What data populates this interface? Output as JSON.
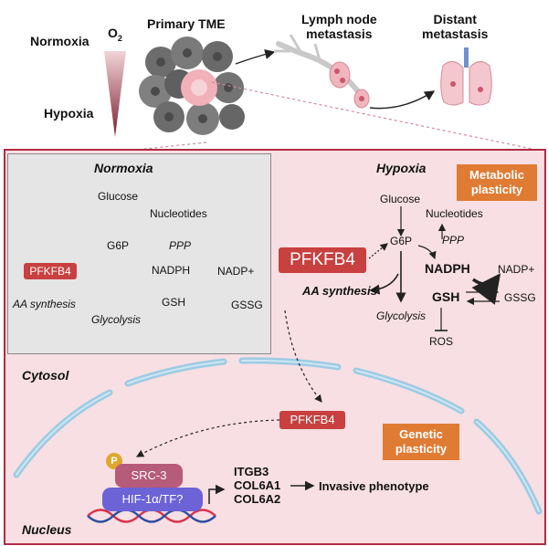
{
  "top": {
    "normoxia": "Normoxia",
    "o2": "O",
    "o2_sub": "2",
    "hypoxia": "Hypoxia",
    "primary_tme": "Primary TME",
    "lymph_line1": "Lymph node",
    "lymph_line2": "metastasis",
    "distant_line1": "Distant",
    "distant_line2": "metastasis"
  },
  "normoxia_panel": {
    "title": "Normoxia",
    "glucose": "Glucose",
    "nucleotides": "Nucleotides",
    "g6p": "G6P",
    "ppp": "PPP",
    "pfkfb4": "PFKFB4",
    "nadph": "NADPH",
    "nadp": "NADP+",
    "aa_synthesis": "AA synthesis",
    "gsh": "GSH",
    "gssg": "GSSG",
    "glycolysis": "Glycolysis"
  },
  "hypoxia_panel": {
    "title": "Hypoxia",
    "metabolic_line1": "Metabolic",
    "metabolic_line2": "plasticity",
    "glucose": "Glucose",
    "nucleotides": "Nucleotides",
    "g6p": "G6P",
    "ppp": "PPP",
    "pfkfb4": "PFKFB4",
    "nadph": "NADPH",
    "nadp": "NADP+",
    "aa_synthesis": "AA synthesis",
    "gsh": "GSH",
    "gssg": "GSSG",
    "glycolysis": "Glycolysis",
    "ros": "ROS"
  },
  "cell": {
    "cytosol": "Cytosol",
    "nucleus": "Nucleus",
    "pfkfb4": "PFKFB4",
    "genetic_line1": "Genetic",
    "genetic_line2": "plasticity",
    "p": "P",
    "src3": "SRC-3",
    "hif": "HIF-1α/TF?",
    "gene1": "ITGB3",
    "gene2": "COL6A1",
    "gene3": "COL6A2",
    "phenotype": "Invasive phenotype"
  },
  "colors": {
    "pink_bg": "#f8dfe3",
    "gray_bg": "#e5e5e5",
    "pfkfb4_red": "#c8403f",
    "orange": "#e07b34",
    "src3": "#b65b79",
    "hif": "#6b63d6",
    "border_red": "#b02b44"
  }
}
